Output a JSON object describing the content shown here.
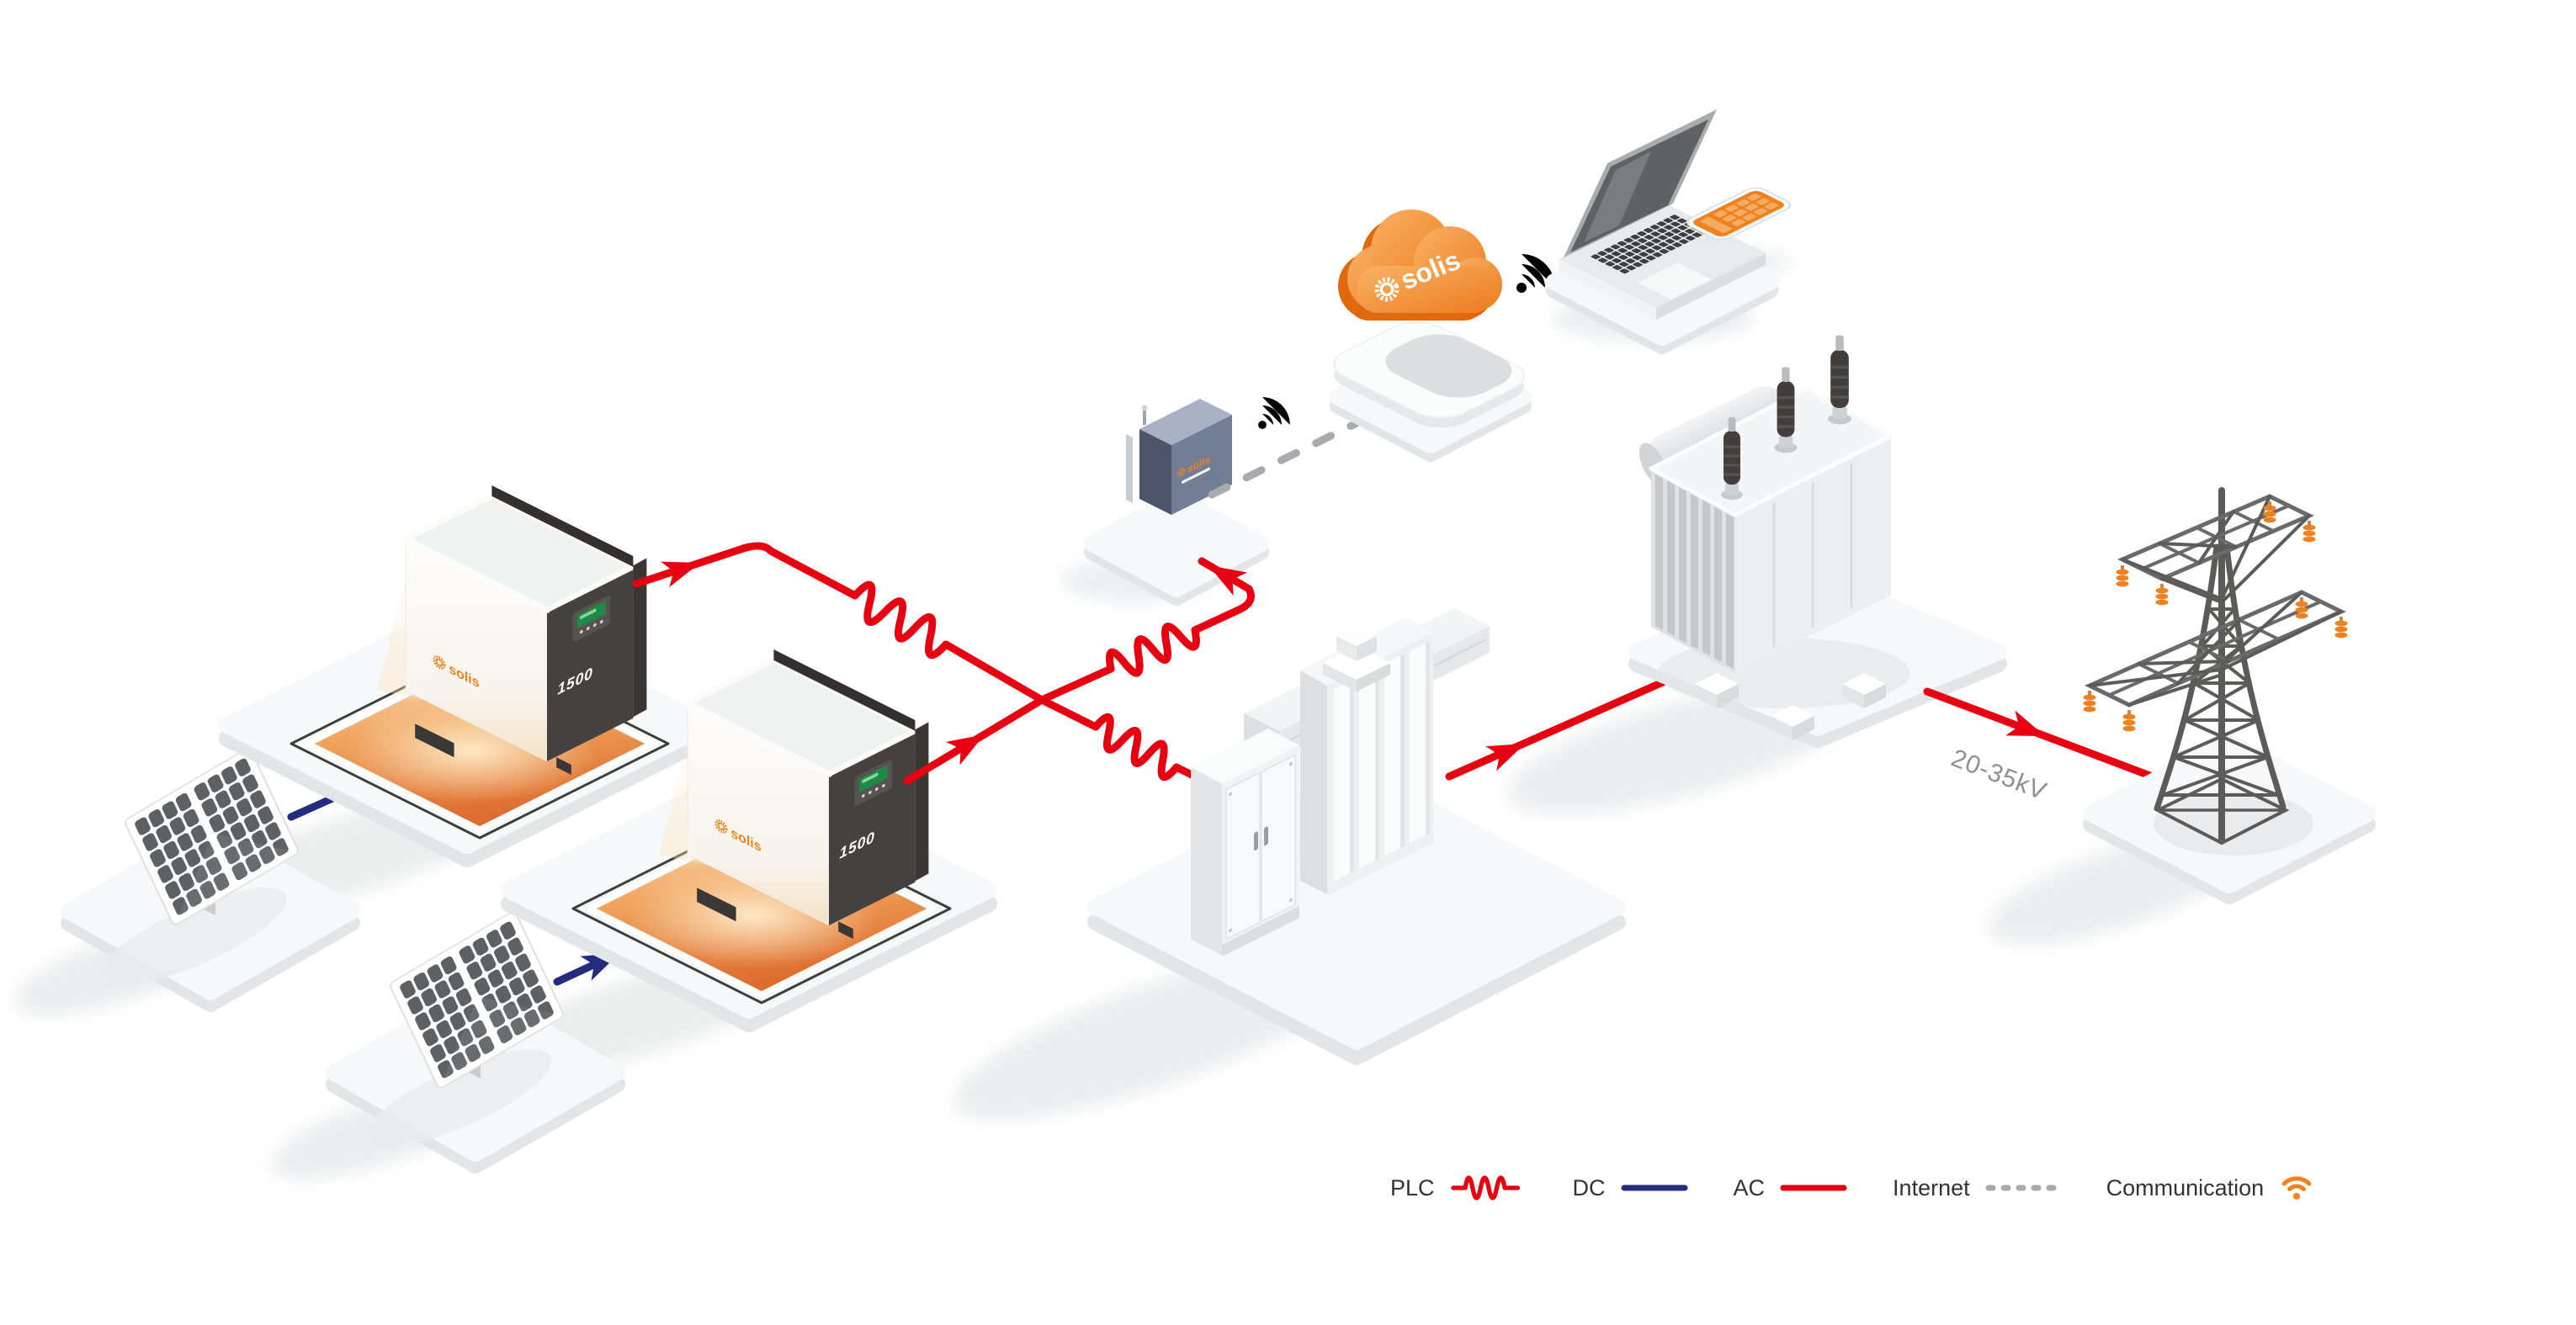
{
  "diagram": {
    "brand": "solis",
    "inverter_model": "1500",
    "line_label": "20-35kV"
  },
  "legend": {
    "items": [
      {
        "label": "PLC",
        "swatch": "plc-squiggle-red"
      },
      {
        "label": "DC",
        "swatch": "solid-line-navy"
      },
      {
        "label": "AC",
        "swatch": "solid-line-red"
      },
      {
        "label": "Internet",
        "swatch": "dotted-line-gray"
      },
      {
        "label": "Communication",
        "swatch": "wifi-icon-orange"
      }
    ]
  },
  "colors": {
    "red": "#e60012",
    "dc": "#242d7d",
    "orange": "#ef8220",
    "orange_deep": "#e0690f",
    "net": "#a8abad",
    "text": "#333333",
    "kv": "#8f8f8f",
    "tower": "#5d5b5a"
  }
}
